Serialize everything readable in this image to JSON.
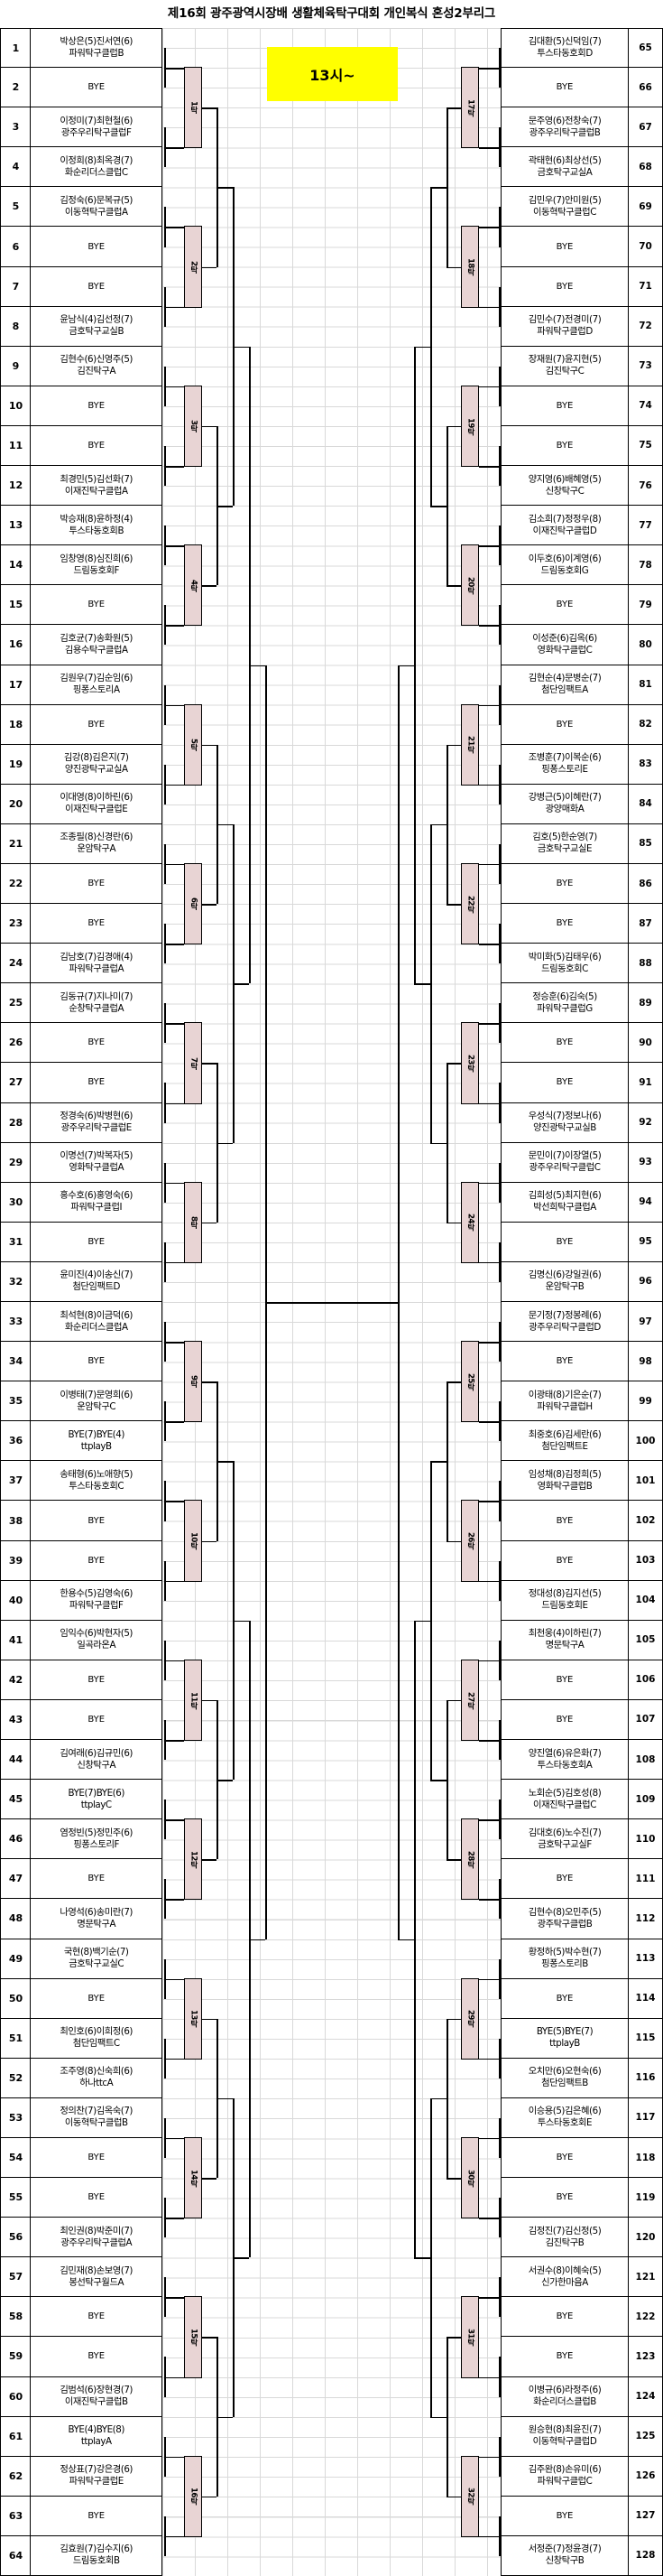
{
  "header": {
    "title": "제16회 광주광역시장배 생활체육탁구대회 개인복식 혼성2부리그"
  },
  "time_note": {
    "label": "13시~",
    "color": "#ffff00"
  },
  "colors": {
    "match_box": "#e8d4d4",
    "highlight": "#ffff00",
    "line": "#000000",
    "grid": "#d9d9d9"
  },
  "left_entries": [
    {
      "no": "1",
      "players": "박상은(5)진서연(6)",
      "club": "파워탁구클럽B"
    },
    {
      "no": "2",
      "players": "BYE",
      "club": ""
    },
    {
      "no": "3",
      "players": "이정미(7)최현철(6)",
      "club": "광주우리탁구클럽F"
    },
    {
      "no": "4",
      "players": "이정희(8)최옥경(7)",
      "club": "화순리더스클럽C"
    },
    {
      "no": "5",
      "players": "김정숙(6)문복규(5)",
      "club": "이동혁탁구클럽A"
    },
    {
      "no": "6",
      "players": "BYE",
      "club": ""
    },
    {
      "no": "7",
      "players": "BYE",
      "club": ""
    },
    {
      "no": "8",
      "players": "윤남식(4)김선정(7)",
      "club": "금호탁구교실B"
    },
    {
      "no": "9",
      "players": "김현수(6)신영주(5)",
      "club": "김진탁구A"
    },
    {
      "no": "10",
      "players": "BYE",
      "club": ""
    },
    {
      "no": "11",
      "players": "BYE",
      "club": ""
    },
    {
      "no": "12",
      "players": "최경민(5)김선화(7)",
      "club": "이재진탁구클럽A"
    },
    {
      "no": "13",
      "players": "박승재(8)윤하정(4)",
      "club": "투스타동호회B"
    },
    {
      "no": "14",
      "players": "임창영(8)심진희(6)",
      "club": "드림동호회F"
    },
    {
      "no": "15",
      "players": "BYE",
      "club": ""
    },
    {
      "no": "16",
      "players": "김호균(7)송화원(5)",
      "club": "김용수탁구클럽A"
    },
    {
      "no": "17",
      "players": "김원우(7)김순임(6)",
      "club": "핑퐁스토리A"
    },
    {
      "no": "18",
      "players": "BYE",
      "club": ""
    },
    {
      "no": "19",
      "players": "김강(8)김은지(7)",
      "club": "양진광탁구교실A"
    },
    {
      "no": "20",
      "players": "이대영(8)이하린(6)",
      "club": "이재진탁구클럽E"
    },
    {
      "no": "21",
      "players": "조종필(8)신경란(6)",
      "club": "운암탁구A"
    },
    {
      "no": "22",
      "players": "BYE",
      "club": ""
    },
    {
      "no": "23",
      "players": "BYE",
      "club": ""
    },
    {
      "no": "24",
      "players": "김남호(7)김경애(4)",
      "club": "파워탁구클럽A"
    },
    {
      "no": "25",
      "players": "김동규(7)지나미(7)",
      "club": "순창탁구클럽A"
    },
    {
      "no": "26",
      "players": "BYE",
      "club": ""
    },
    {
      "no": "27",
      "players": "BYE",
      "club": ""
    },
    {
      "no": "28",
      "players": "정경숙(6)박병현(6)",
      "club": "광주우리탁구클럽E"
    },
    {
      "no": "29",
      "players": "이명선(7)박복자(5)",
      "club": "영화탁구클럽A"
    },
    {
      "no": "30",
      "players": "홍수호(6)홍영숙(6)",
      "club": "파워탁구클럽I"
    },
    {
      "no": "31",
      "players": "BYE",
      "club": ""
    },
    {
      "no": "32",
      "players": "윤미진(4)이송신(7)",
      "club": "첨단임팩트D"
    },
    {
      "no": "33",
      "players": "최석현(8)이금덕(6)",
      "club": "화순리더스클럽A"
    },
    {
      "no": "34",
      "players": "BYE",
      "club": ""
    },
    {
      "no": "35",
      "players": "이병태(7)문영희(6)",
      "club": "운암탁구C"
    },
    {
      "no": "36",
      "players": "BYE(7)BYE(4)",
      "club": "ttplayB"
    },
    {
      "no": "37",
      "players": "송태형(6)노애향(5)",
      "club": "투스타동호회C"
    },
    {
      "no": "38",
      "players": "BYE",
      "club": ""
    },
    {
      "no": "39",
      "players": "BYE",
      "club": ""
    },
    {
      "no": "40",
      "players": "한용수(5)김영숙(6)",
      "club": "파워탁구클럽F"
    },
    {
      "no": "41",
      "players": "임익수(6)박현자(5)",
      "club": "일곡라온A"
    },
    {
      "no": "42",
      "players": "BYE",
      "club": ""
    },
    {
      "no": "43",
      "players": "BYE",
      "club": ""
    },
    {
      "no": "44",
      "players": "김여래(6)김규민(6)",
      "club": "신창탁구A"
    },
    {
      "no": "45",
      "players": "BYE(7)BYE(6)",
      "club": "ttplayC"
    },
    {
      "no": "46",
      "players": "염정빈(5)정민주(6)",
      "club": "핑퐁스토리F"
    },
    {
      "no": "47",
      "players": "BYE",
      "club": ""
    },
    {
      "no": "48",
      "players": "나영석(6)송미란(7)",
      "club": "명문탁구A"
    },
    {
      "no": "49",
      "players": "국현(8)백기순(7)",
      "club": "금호탁구교실C"
    },
    {
      "no": "50",
      "players": "BYE",
      "club": ""
    },
    {
      "no": "51",
      "players": "최인호(6)이희정(6)",
      "club": "첨단임팩트C"
    },
    {
      "no": "52",
      "players": "조주영(8)신숙희(6)",
      "club": "하나ttcA"
    },
    {
      "no": "53",
      "players": "정의찬(7)김옥숙(7)",
      "club": "이동혁탁구클럽B"
    },
    {
      "no": "54",
      "players": "BYE",
      "club": ""
    },
    {
      "no": "55",
      "players": "BYE",
      "club": ""
    },
    {
      "no": "56",
      "players": "최인권(8)박준미(7)",
      "club": "광주우리탁구클럽A"
    },
    {
      "no": "57",
      "players": "김민재(8)손보영(7)",
      "club": "봉선탁구월드A"
    },
    {
      "no": "58",
      "players": "BYE",
      "club": ""
    },
    {
      "no": "59",
      "players": "BYE",
      "club": ""
    },
    {
      "no": "60",
      "players": "김범석(6)장현경(7)",
      "club": "이재진탁구클럽B"
    },
    {
      "no": "61",
      "players": "BYE(4)BYE(8)",
      "club": "ttplayA"
    },
    {
      "no": "62",
      "players": "정상표(7)강은경(6)",
      "club": "파워탁구클럽E"
    },
    {
      "no": "63",
      "players": "BYE",
      "club": ""
    },
    {
      "no": "64",
      "players": "김효원(7)김수지(6)",
      "club": "드림동호회B"
    }
  ],
  "right_entries": [
    {
      "no": "65",
      "players": "김대환(5)신덕임(7)",
      "club": "투스타동호회D"
    },
    {
      "no": "66",
      "players": "BYE",
      "club": ""
    },
    {
      "no": "67",
      "players": "문주영(6)전창숙(7)",
      "club": "광주우리탁구클럽B"
    },
    {
      "no": "68",
      "players": "곽태현(6)최상선(5)",
      "club": "금호탁구교실A"
    },
    {
      "no": "69",
      "players": "김민우(7)안미원(5)",
      "club": "이동혁탁구클럽C"
    },
    {
      "no": "70",
      "players": "BYE",
      "club": ""
    },
    {
      "no": "71",
      "players": "BYE",
      "club": ""
    },
    {
      "no": "72",
      "players": "김민수(7)전경미(7)",
      "club": "파워탁구클럽D"
    },
    {
      "no": "73",
      "players": "장재원(7)윤지현(5)",
      "club": "김진탁구C"
    },
    {
      "no": "74",
      "players": "BYE",
      "club": ""
    },
    {
      "no": "75",
      "players": "BYE",
      "club": ""
    },
    {
      "no": "76",
      "players": "양지영(6)배혜영(5)",
      "club": "신창탁구C"
    },
    {
      "no": "77",
      "players": "김소희(7)정정우(8)",
      "club": "이재진탁구클럽D"
    },
    {
      "no": "78",
      "players": "이두호(6)이계영(6)",
      "club": "드림동호회G"
    },
    {
      "no": "79",
      "players": "BYE",
      "club": ""
    },
    {
      "no": "80",
      "players": "이성준(6)김옥(6)",
      "club": "영화탁구클럽C"
    },
    {
      "no": "81",
      "players": "김현순(4)문병순(7)",
      "club": "첨단임팩트A"
    },
    {
      "no": "82",
      "players": "BYE",
      "club": ""
    },
    {
      "no": "83",
      "players": "조병훈(7)이복순(6)",
      "club": "핑퐁스토리E"
    },
    {
      "no": "84",
      "players": "강병근(5)이혜란(7)",
      "club": "광양매화A"
    },
    {
      "no": "85",
      "players": "김호(5)한순영(7)",
      "club": "금호탁구교실E"
    },
    {
      "no": "86",
      "players": "BYE",
      "club": ""
    },
    {
      "no": "87",
      "players": "BYE",
      "club": ""
    },
    {
      "no": "88",
      "players": "박미화(5)김태우(6)",
      "club": "드림동호회C"
    },
    {
      "no": "89",
      "players": "정승훈(6)김숙(5)",
      "club": "파워탁구클럽G"
    },
    {
      "no": "90",
      "players": "BYE",
      "club": ""
    },
    {
      "no": "91",
      "players": "BYE",
      "club": ""
    },
    {
      "no": "92",
      "players": "우성식(7)정보나(6)",
      "club": "양진광탁구교실B"
    },
    {
      "no": "93",
      "players": "문민이(7)이장열(5)",
      "club": "광주우리탁구클럽C"
    },
    {
      "no": "94",
      "players": "김희성(5)최지현(6)",
      "club": "박선희탁구클럽A"
    },
    {
      "no": "95",
      "players": "BYE",
      "club": ""
    },
    {
      "no": "96",
      "players": "김명신(6)강일권(6)",
      "club": "운암탁구B"
    },
    {
      "no": "97",
      "players": "문기정(7)정봉례(6)",
      "club": "광주우리탁구클럽D"
    },
    {
      "no": "98",
      "players": "BYE",
      "club": ""
    },
    {
      "no": "99",
      "players": "이광태(8)기은순(7)",
      "club": "파워탁구클럽H"
    },
    {
      "no": "100",
      "players": "최중호(6)김세란(6)",
      "club": "첨단임팩트E"
    },
    {
      "no": "101",
      "players": "임성채(8)김정희(5)",
      "club": "영화탁구클럽B"
    },
    {
      "no": "102",
      "players": "BYE",
      "club": ""
    },
    {
      "no": "103",
      "players": "BYE",
      "club": ""
    },
    {
      "no": "104",
      "players": "정대성(8)김지선(5)",
      "club": "드림동호회E"
    },
    {
      "no": "105",
      "players": "최천웅(4)이하린(7)",
      "club": "명문탁구A"
    },
    {
      "no": "106",
      "players": "BYE",
      "club": ""
    },
    {
      "no": "107",
      "players": "BYE",
      "club": ""
    },
    {
      "no": "108",
      "players": "양진열(6)유은화(7)",
      "club": "투스타동호회A"
    },
    {
      "no": "109",
      "players": "노회순(5)김호성(8)",
      "club": "이재진탁구클럽C"
    },
    {
      "no": "110",
      "players": "김대호(6)노수진(7)",
      "club": "금호탁구교실F"
    },
    {
      "no": "111",
      "players": "BYE",
      "club": ""
    },
    {
      "no": "112",
      "players": "김현수(8)오민주(5)",
      "club": "광주탁구클럽B"
    },
    {
      "no": "113",
      "players": "황정하(5)박수현(7)",
      "club": "핑퐁스토리B"
    },
    {
      "no": "114",
      "players": "BYE",
      "club": ""
    },
    {
      "no": "115",
      "players": "BYE(5)BYE(7)",
      "club": "ttplayB"
    },
    {
      "no": "116",
      "players": "오치만(6)오현숙(6)",
      "club": "첨단임팩트B"
    },
    {
      "no": "117",
      "players": "이승용(5)김은혜(6)",
      "club": "투스타동호회E"
    },
    {
      "no": "118",
      "players": "BYE",
      "club": ""
    },
    {
      "no": "119",
      "players": "BYE",
      "club": ""
    },
    {
      "no": "120",
      "players": "김정진(7)김신정(5)",
      "club": "김진탁구B"
    },
    {
      "no": "121",
      "players": "서권수(8)이혜숙(5)",
      "club": "신가한마음A"
    },
    {
      "no": "122",
      "players": "BYE",
      "club": ""
    },
    {
      "no": "123",
      "players": "BYE",
      "club": ""
    },
    {
      "no": "124",
      "players": "이병규(6)라정주(6)",
      "club": "화순리더스클럽B"
    },
    {
      "no": "125",
      "players": "원승현(8)최윤진(7)",
      "club": "이동혁탁구클럽D"
    },
    {
      "no": "126",
      "players": "김주완(8)손유미(6)",
      "club": "파워탁구클럽C"
    },
    {
      "no": "127",
      "players": "BYE",
      "club": ""
    },
    {
      "no": "128",
      "players": "서정준(7)정윤경(7)",
      "club": "신창탁구B"
    }
  ],
  "left_match_boxes": [
    {
      "label": "1탁"
    },
    {
      "label": "2탁"
    },
    {
      "label": "3탁"
    },
    {
      "label": "4탁"
    },
    {
      "label": "5탁"
    },
    {
      "label": "6탁"
    },
    {
      "label": "7탁"
    },
    {
      "label": "8탁"
    },
    {
      "label": "9탁"
    },
    {
      "label": "10탁"
    },
    {
      "label": "11탁"
    },
    {
      "label": "12탁"
    },
    {
      "label": "13탁"
    },
    {
      "label": "14탁"
    },
    {
      "label": "15탁"
    },
    {
      "label": "16탁"
    }
  ],
  "right_match_boxes": [
    {
      "label": "17탁"
    },
    {
      "label": "18탁"
    },
    {
      "label": "19탁"
    },
    {
      "label": "20탁"
    },
    {
      "label": "21탁"
    },
    {
      "label": "22탁"
    },
    {
      "label": "23탁"
    },
    {
      "label": "24탁"
    },
    {
      "label": "25탁"
    },
    {
      "label": "26탁"
    },
    {
      "label": "27탁"
    },
    {
      "label": "28탁"
    },
    {
      "label": "29탁"
    },
    {
      "label": "30탁"
    },
    {
      "label": "31탁"
    },
    {
      "label": "32탁"
    }
  ]
}
